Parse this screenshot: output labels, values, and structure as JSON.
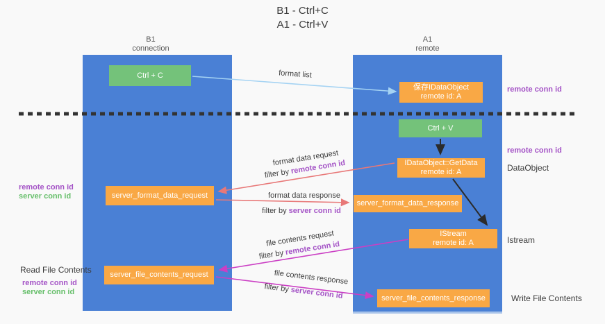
{
  "title": {
    "line1": "B1 - Ctrl+C",
    "line2": "A1 - Ctrl+V"
  },
  "lanes": {
    "left": {
      "name": "B1",
      "role": "connection"
    },
    "right": {
      "name": "A1",
      "role": "remote"
    }
  },
  "boxes": {
    "ctrl_c": {
      "label": "Ctrl + C"
    },
    "ctrl_v": {
      "label": "Ctrl + V"
    },
    "save_dataobject": {
      "line1": "保存IDataObject",
      "line2": "remote id: A"
    },
    "getdata": {
      "line1": "IDataObject::GetData",
      "line2": "remote id: A"
    },
    "istream": {
      "line1": "IStream",
      "line2": "remote id: A"
    },
    "format_request": {
      "label": "server_format_data_request"
    },
    "format_response": {
      "label": "server_format_data_response"
    },
    "file_request": {
      "label": "server_file_contents_request"
    },
    "file_response": {
      "label": "server_file_contents_response"
    }
  },
  "flow_labels": {
    "format_list": "format list",
    "format_request": "format data request",
    "format_request_filter_prefix": "filter by ",
    "format_request_filter_key": "remote conn id",
    "format_response": "format data response",
    "format_response_filter_prefix": "filter by ",
    "format_response_filter_key": "server conn id",
    "file_request": "file contents request",
    "file_request_filter_prefix": "filter by ",
    "file_request_filter_key": "remote conn id",
    "file_response": "file contents response",
    "file_response_filter_prefix": "filter by ",
    "file_response_filter_key": "server conn id"
  },
  "annotations": {
    "right_remote_conn_id_top": "remote conn id",
    "right_remote_conn_id_mid": "remote conn id",
    "dataobject": "DataObject",
    "istream": "Istream",
    "write_file_contents": "Write File Contents",
    "read_file_contents": "Read File Contents",
    "left_top": {
      "remote": "remote conn id",
      "server": "server conn id"
    },
    "left_bottom": {
      "remote": "remote conn id",
      "server": "server conn id"
    }
  },
  "colors": {
    "lane_blue": "#4a80d5",
    "box_orange": "#f9a845",
    "box_green": "#74c27a",
    "purple_text": "#a453c6",
    "green_text": "#67bf6b",
    "arrow_red": "#e87878",
    "arrow_magenta": "#cb3fc4",
    "arrow_lightblue": "#a5d3f3",
    "arrow_black": "#2b2b2b",
    "text_dark": "#3c3c3c",
    "background": "#f9f9f9"
  }
}
